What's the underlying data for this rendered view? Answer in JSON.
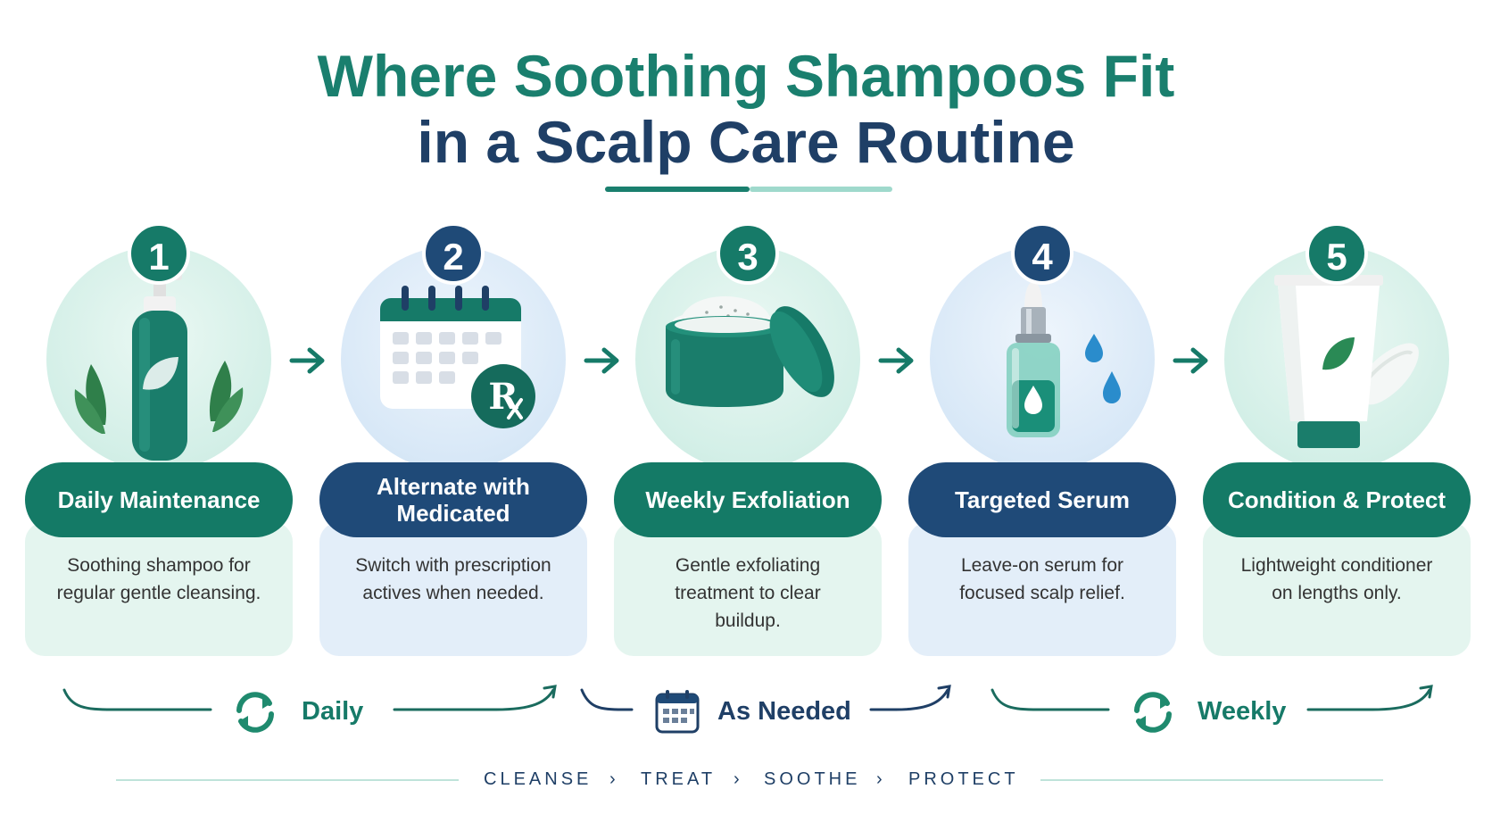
{
  "title": {
    "line1": "Where Soothing Shampoos Fit",
    "line2": "in a Scalp Care Routine"
  },
  "steps": [
    {
      "number": "1",
      "label": "Daily Maintenance",
      "description": "Soothing shampoo for regular gentle cleansing.",
      "icon": "shampoo-bottle-icon",
      "theme": "teal"
    },
    {
      "number": "2",
      "label": "Alternate with Medicated",
      "description": "Switch with prescription actives when needed.",
      "icon": "calendar-rx-icon",
      "theme": "navy"
    },
    {
      "number": "3",
      "label": "Weekly Exfoliation",
      "description": "Gentle exfoliating treatment to clear buildup.",
      "icon": "scrub-jar-icon",
      "theme": "teal"
    },
    {
      "number": "4",
      "label": "Targeted Serum",
      "description": "Leave-on serum for focused scalp relief.",
      "icon": "serum-dropper-icon",
      "theme": "navy"
    },
    {
      "number": "5",
      "label": "Condition & Protect",
      "description": "Lightweight conditioner on lengths only.",
      "icon": "conditioner-tube-icon",
      "theme": "teal"
    }
  ],
  "frequencies": [
    {
      "label": "Daily",
      "icon": "refresh-cycle-icon"
    },
    {
      "label": "As Needed",
      "icon": "calendar-icon"
    },
    {
      "label": "Weekly",
      "icon": "refresh-cycle-icon"
    }
  ],
  "footer": {
    "stages": [
      "CLEANSE",
      "TREAT",
      "SOOTHE",
      "PROTECT"
    ],
    "separator": "›"
  },
  "colors": {
    "teal": "#167a68",
    "navy": "#1f4a77",
    "teal_light": "#e4f5ef",
    "navy_light": "#e3eef9"
  }
}
